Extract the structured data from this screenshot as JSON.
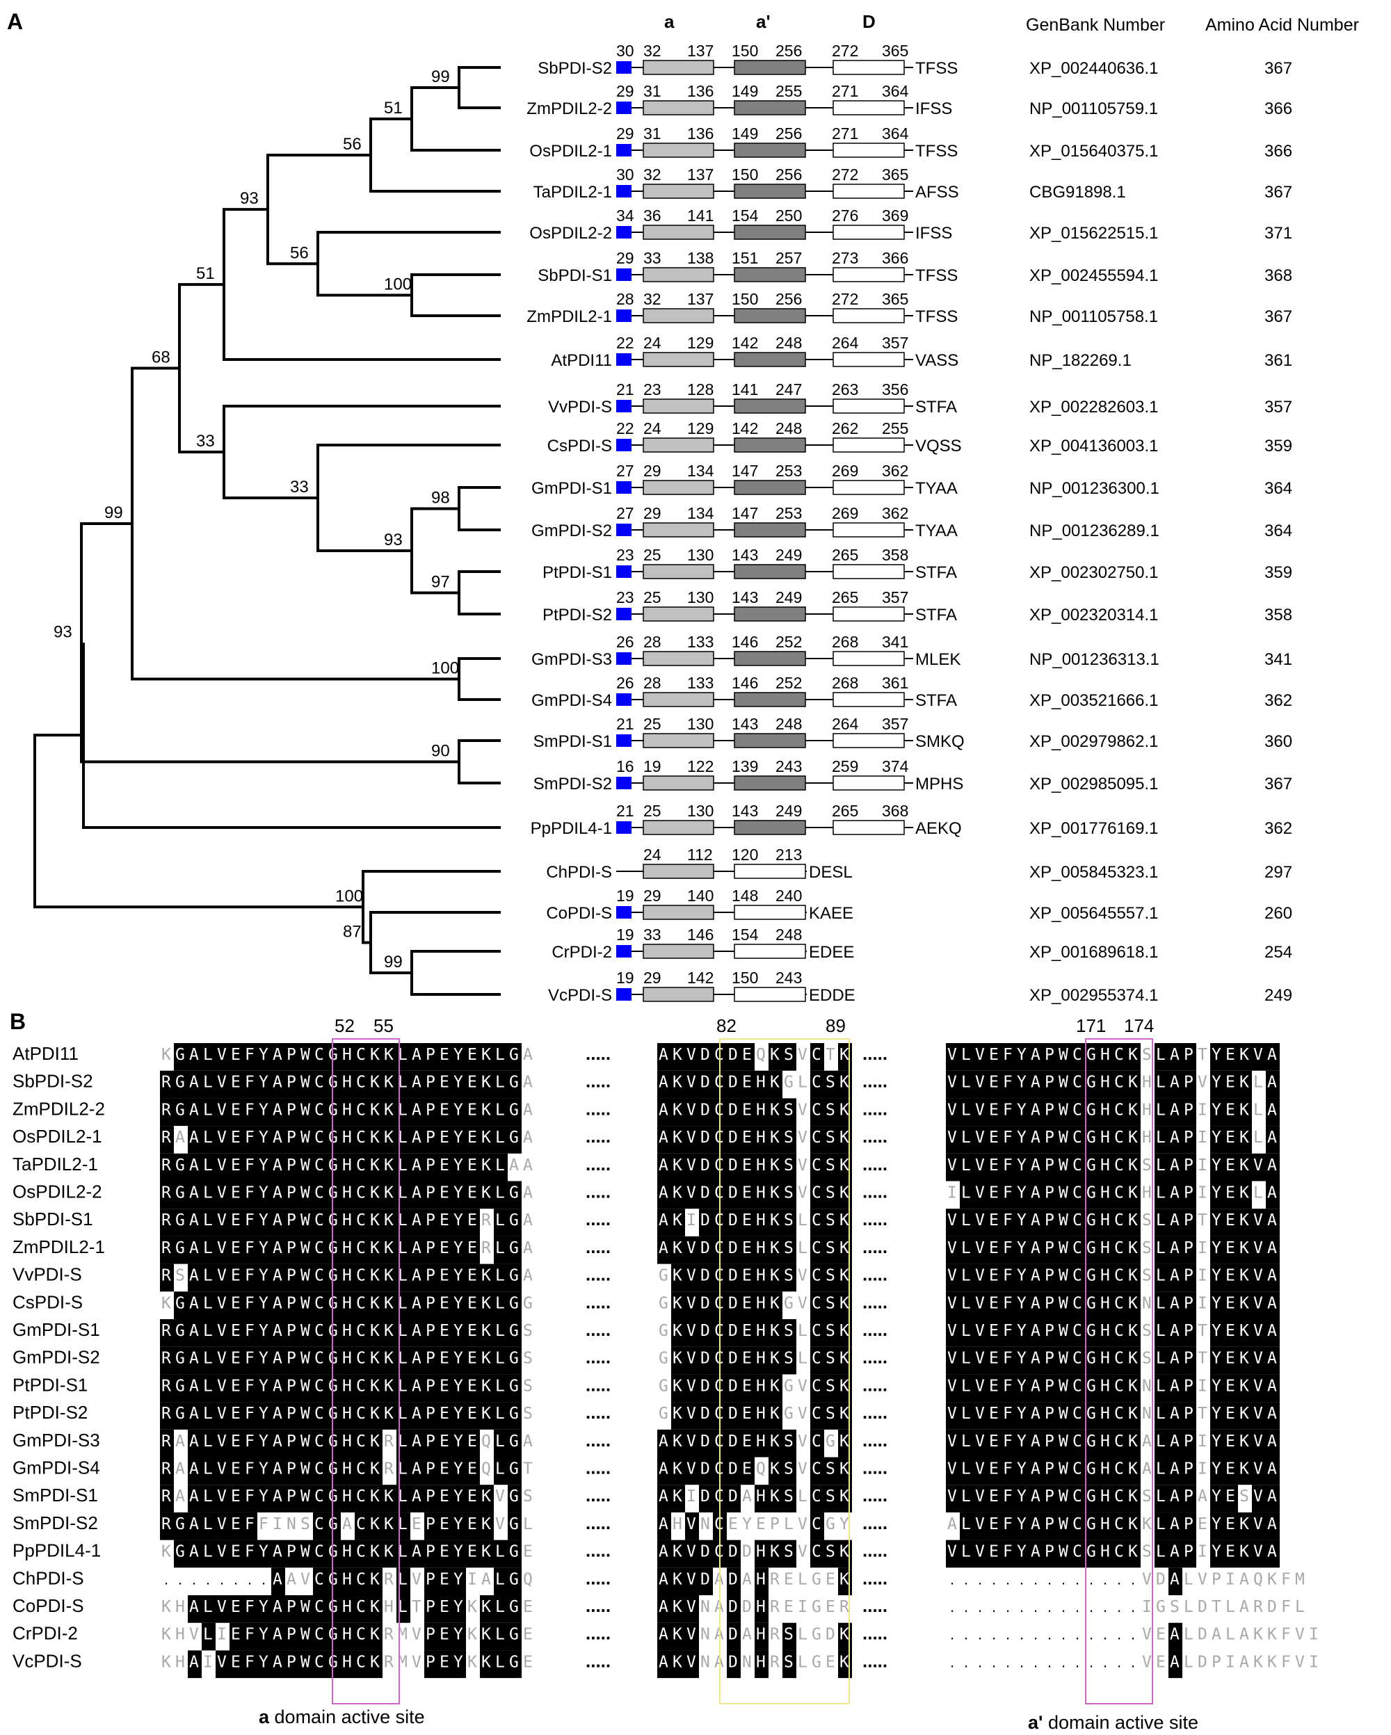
{
  "panel_a": {
    "label": "A",
    "domain_headers": [
      "a",
      "a'",
      "D"
    ],
    "col_genbank": "GenBank Number",
    "col_aa": "Amino Acid Number",
    "bootstraps": {
      "n_sb_zm": "99",
      "n_sbzm_os": "51",
      "n_grp1": "56",
      "n_grp12": "93",
      "n_sb1_zm1": "100",
      "n_os2": "56",
      "n_grp2at": "51",
      "n_gm12": "98",
      "n_pt": "97",
      "n_gmpt": "93",
      "n_cs": "33",
      "n_vv": "33",
      "n_dicot": "68",
      "n_gm34": "100",
      "n_land": "99",
      "n_sm": "90",
      "n_moss": "93",
      "n_vc_cr": "99",
      "n_co": "87",
      "n_chl": "100"
    },
    "taxa": [
      {
        "name": "SbPDI-S2",
        "sp": true,
        "n": [
          "30",
          "32",
          "137",
          "150",
          "256",
          "272",
          "365"
        ],
        "aend": "TFSS",
        "acc": "XP_002440636.1",
        "aa": "367"
      },
      {
        "name": "ZmPDIL2-2",
        "sp": true,
        "n": [
          "29",
          "31",
          "136",
          "149",
          "255",
          "271",
          "364"
        ],
        "aend": "IFSS",
        "acc": "NP_001105759.1",
        "aa": "366"
      },
      {
        "name": "OsPDIL2-1",
        "sp": true,
        "n": [
          "29",
          "31",
          "136",
          "149",
          "256",
          "271",
          "364"
        ],
        "aend": "TFSS",
        "acc": "XP_015640375.1",
        "aa": "366"
      },
      {
        "name": "TaPDIL2-1",
        "sp": true,
        "n": [
          "30",
          "32",
          "137",
          "150",
          "256",
          "272",
          "365"
        ],
        "aend": "AFSS",
        "acc": "CBG91898.1",
        "aa": "367"
      },
      {
        "name": "OsPDIL2-2",
        "sp": true,
        "n": [
          "34",
          "36",
          "141",
          "154",
          "250",
          "276",
          "369"
        ],
        "aend": "IFSS",
        "acc": "XP_015622515.1",
        "aa": "371"
      },
      {
        "name": "SbPDI-S1",
        "sp": true,
        "n": [
          "29",
          "33",
          "138",
          "151",
          "257",
          "273",
          "366"
        ],
        "aend": "TFSS",
        "acc": "XP_002455594.1",
        "aa": "368"
      },
      {
        "name": "ZmPDIL2-1",
        "sp": true,
        "n": [
          "28",
          "32",
          "137",
          "150",
          "256",
          "272",
          "365"
        ],
        "aend": "TFSS",
        "acc": "NP_001105758.1",
        "aa": "367"
      },
      {
        "name": "AtPDI11",
        "sp": true,
        "n": [
          "22",
          "24",
          "129",
          "142",
          "248",
          "264",
          "357"
        ],
        "aend": "VASS",
        "acc": "NP_182269.1",
        "aa": "361"
      },
      {
        "name": "VvPDI-S",
        "sp": true,
        "n": [
          "21",
          "23",
          "128",
          "141",
          "247",
          "263",
          "356"
        ],
        "aend": "STFA",
        "acc": "XP_002282603.1",
        "aa": "357"
      },
      {
        "name": "CsPDI-S",
        "sp": true,
        "n": [
          "22",
          "24",
          "129",
          "142",
          "248",
          "262",
          "255"
        ],
        "aend": "VQSS",
        "acc": "XP_004136003.1",
        "aa": "359"
      },
      {
        "name": "GmPDI-S1",
        "sp": true,
        "n": [
          "27",
          "29",
          "134",
          "147",
          "253",
          "269",
          "362"
        ],
        "aend": "TYAA",
        "acc": "NP_001236300.1",
        "aa": "364"
      },
      {
        "name": "GmPDI-S2",
        "sp": true,
        "n": [
          "27",
          "29",
          "134",
          "147",
          "253",
          "269",
          "362"
        ],
        "aend": "TYAA",
        "acc": "NP_001236289.1",
        "aa": "364"
      },
      {
        "name": "PtPDI-S1",
        "sp": true,
        "n": [
          "23",
          "25",
          "130",
          "143",
          "249",
          "265",
          "358"
        ],
        "aend": "STFA",
        "acc": "XP_002302750.1",
        "aa": "359"
      },
      {
        "name": "PtPDI-S2",
        "sp": true,
        "n": [
          "23",
          "25",
          "130",
          "143",
          "249",
          "265",
          "357"
        ],
        "aend": "STFA",
        "acc": "XP_002320314.1",
        "aa": "358"
      },
      {
        "name": "GmPDI-S3",
        "sp": true,
        "n": [
          "26",
          "28",
          "133",
          "146",
          "252",
          "268",
          "341"
        ],
        "aend": "MLEK",
        "acc": "NP_001236313.1",
        "aa": "341"
      },
      {
        "name": "GmPDI-S4",
        "sp": true,
        "n": [
          "26",
          "28",
          "133",
          "146",
          "252",
          "268",
          "361"
        ],
        "aend": "STFA",
        "acc": "XP_003521666.1",
        "aa": "362"
      },
      {
        "name": "SmPDI-S1",
        "sp": true,
        "n": [
          "21",
          "25",
          "130",
          "143",
          "248",
          "264",
          "357"
        ],
        "aend": "SMKQ",
        "acc": "XP_002979862.1",
        "aa": "360"
      },
      {
        "name": "SmPDI-S2",
        "sp": true,
        "n": [
          "16",
          "19",
          "122",
          "139",
          "243",
          "259",
          "374"
        ],
        "aend": "MPHS",
        "acc": "XP_002985095.1",
        "aa": "367"
      },
      {
        "name": "PpPDIL4-1",
        "sp": true,
        "n": [
          "21",
          "25",
          "130",
          "143",
          "249",
          "265",
          "368"
        ],
        "aend": "AEKQ",
        "acc": "XP_001776169.1",
        "aa": "362"
      },
      {
        "name": "ChPDI-S",
        "sp": false,
        "n": [
          "",
          "24",
          "112",
          "120",
          "213",
          "",
          ""
        ],
        "aend": "DESL",
        "acc": "XP_005845323.1",
        "aa": "297"
      },
      {
        "name": "CoPDI-S",
        "sp": true,
        "n": [
          "19",
          "29",
          "140",
          "148",
          "240",
          "",
          ""
        ],
        "aend": "KAEE",
        "acc": "XP_005645557.1",
        "aa": "260"
      },
      {
        "name": "CrPDI-2",
        "sp": true,
        "n": [
          "19",
          "33",
          "146",
          "154",
          "248",
          "",
          ""
        ],
        "aend": "EDEE",
        "acc": "XP_001689618.1",
        "aa": "254"
      },
      {
        "name": "VcPDI-S",
        "sp": true,
        "n": [
          "19",
          "29",
          "142",
          "150",
          "243",
          "",
          ""
        ],
        "aend": "EDDE",
        "acc": "XP_002955374.1",
        "aa": "249"
      }
    ],
    "colors": {
      "signal": "#0000ff",
      "domain_a": "#c0c0c0",
      "domain_a2": "#808080",
      "domain_d": "#ffffff"
    }
  },
  "panel_b": {
    "label": "B",
    "pos_labels": [
      "52",
      "55",
      "82",
      "89",
      "171",
      "174"
    ],
    "caption_a_bold": "a",
    "caption_a_rest": " domain active site",
    "caption_a2_bold": "a'",
    "caption_a2_rest": " domain active site",
    "box_colors": {
      "active_site": "#cc66cc",
      "middle": "#f0e68c"
    },
    "dots": ".....",
    "rows": [
      {
        "name": "AtPDI11",
        "s1": "KGALVEFYAPWCGHCKKLAPEYEKLGA",
        "s2": "AKVDCDEQKSVCTK",
        "s3": "VLVEFYAPWCGHCKSLAPTYEKVA"
      },
      {
        "name": "SbPDI-S2",
        "s1": "RGALVEFYAPWCGHCKKLAPEYEKLGA",
        "s2": "AKVDCDEHKGLCSK",
        "s3": "VLVEFYAPWCGHCKHLAPVYEKLA"
      },
      {
        "name": "ZmPDIL2-2",
        "s1": "RGALVEFYAPWCGHCKKLAPEYEKLGA",
        "s2": "AKVDCDEHKSVCSK",
        "s3": "VLVEFYAPWCGHCKHLAPIYEKLA"
      },
      {
        "name": "OsPDIL2-1",
        "s1": "RAALVEFYAPWCGHCKKLAPEYEKLGA",
        "s2": "AKVDCDEHKSVCSK",
        "s3": "VLVEFYAPWCGHCKHLAPIYEKLA"
      },
      {
        "name": "TaPDIL2-1",
        "s1": "RGALVEFYAPWCGHCKKLAPEYEKLAA",
        "s2": "AKVDCDEHKSVCSK",
        "s3": "VLVEFYAPWCGHCKSLAPIYEKVA"
      },
      {
        "name": "OsPDIL2-2",
        "s1": "RGALVEFYAPWCGHCKKLAPEYEKLGA",
        "s2": "AKVDCDEHKSVCSK",
        "s3": "ILVEFYAPWCGHCKHLAPIYEKLA"
      },
      {
        "name": "SbPDI-S1",
        "s1": "RGALVEFYAPWCGHCKKLAPEYERLGA",
        "s2": "AKIDCDEHKSLCSK",
        "s3": "VLVEFYAPWCGHCKSLAPTYEKVA"
      },
      {
        "name": "ZmPDIL2-1",
        "s1": "RGALVEFYAPWCGHCKKLAPEYERLGA",
        "s2": "AKVDCDEHKSLCSK",
        "s3": "VLVEFYAPWCGHCKSLAPIYEKVA"
      },
      {
        "name": "VvPDI-S",
        "s1": "RSALVEFYAPWCGHCKKLAPEYEKLGA",
        "s2": "GKVDCDEHKSVCSK",
        "s3": "VLVEFYAPWCGHCKSLAPIYEKVA"
      },
      {
        "name": "CsPDI-S",
        "s1": "KGALVEFYAPWCGHCKKLAPEYEKLGG",
        "s2": "GKVDCDEHKGVCSK",
        "s3": "VLVEFYAPWCGHCKNLAPIYEKVA"
      },
      {
        "name": "GmPDI-S1",
        "s1": "RGALVEFYAPWCGHCKKLAPEYEKLGS",
        "s2": "GKVDCDEHKSLCSK",
        "s3": "VLVEFYAPWCGHCKSLAPTYEKVA"
      },
      {
        "name": "GmPDI-S2",
        "s1": "RGALVEFYAPWCGHCKKLAPEYEKLGS",
        "s2": "GKVDCDEHKSLCSK",
        "s3": "VLVEFYAPWCGHCKSLAPTYEKVA"
      },
      {
        "name": "PtPDI-S1",
        "s1": "RGALVEFYAPWCGHCKKLAPEYEKLGS",
        "s2": "GKVDCDEHKGVCSK",
        "s3": "VLVEFYAPWCGHCKNLAPIYEKVA"
      },
      {
        "name": "PtPDI-S2",
        "s1": "RGALVEFYAPWCGHCKKLAPEYEKLGS",
        "s2": "GKVDCDEHKGVCSK",
        "s3": "VLVEFYAPWCGHCKNLAPTYEKVA"
      },
      {
        "name": "GmPDI-S3",
        "s1": "RAALVEFYAPWCGHCKRLAPEYEQLGA",
        "s2": "AKVDCDEHKSVCGK",
        "s3": "VLVEFYAPWCGHCKALAPIYEKVA"
      },
      {
        "name": "GmPDI-S4",
        "s1": "RAALVEFYAPWCGHCKRLAPEYEQLGT",
        "s2": "AKVDCDEQKSVCSK",
        "s3": "VLVEFYAPWCGHCKALAPIYEKVA"
      },
      {
        "name": "SmPDI-S1",
        "s1": "RAALVEFYAPWCGHCKKLAPEYEKVGS",
        "s2": "AKIDCDAHKSLCSK",
        "s3": "VLVEFYAPWCGHCKSLAPAYESVA"
      },
      {
        "name": "SmPDI-S2",
        "s1": "RGALVEFFINSCGACKKLEPEYEKVGL",
        "s2": "AHVNCEYEPLVCGY",
        "s3": "ALVEFYAPWCGHCKKLAPEYEKVA"
      },
      {
        "name": "PpPDIL4-1",
        "s1": "KGALVEFYAPWCGHCKKLAPEYEKLGE",
        "s2": "AKVDCDDHKSVCSK",
        "s3": "VLVEFYAPWCGHCKSLAPIYEKVA"
      },
      {
        "name": "ChPDI-S",
        "s1": "........AAVCGHCKRLVPEYIALGQ",
        "s2": "AKVDADAHRELGEK",
        "s3": "..............VDALVPIAQKFM"
      },
      {
        "name": "CoPDI-S",
        "s1": "KHALVEFYAPWCGHCKHLTPEYKKLGE",
        "s2": "AKVNADDHREIGER",
        "s3": "..............IGSLDTLARDFL"
      },
      {
        "name": "CrPDI-2",
        "s1": "KHVLIEFYAPWCGHCKRMVPEYKKLGE",
        "s2": "AKVNADAHRSLGDK",
        "s3": "..............VEALDALAKKFVI"
      },
      {
        "name": "VcPDI-S",
        "s1": "KHAIVEFYAPWCGHCKRMVPEYKKLGE",
        "s2": "AKVNADNHRSLGEK",
        "s3": "..............VEALDPIAKKFVI"
      }
    ]
  }
}
